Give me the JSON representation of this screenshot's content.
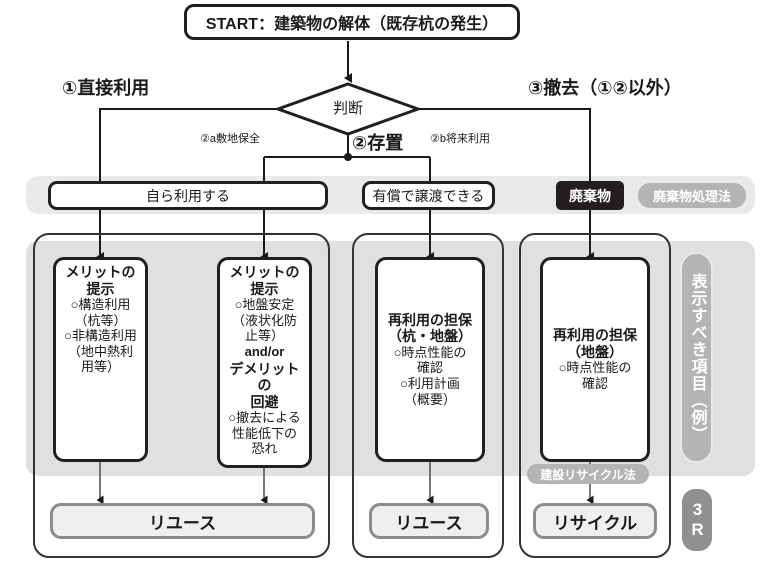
{
  "diagram": {
    "title_node": "START：建築物の解体（既存杭の発生）",
    "decision": "判断",
    "branches": {
      "left_title": "①直接利用",
      "mid_title": "②存置",
      "right_title": "③撤去（①②以外）",
      "sub_a": "②a敷地保全",
      "sub_b": "②b将来利用"
    },
    "options": {
      "self_use": "自ら利用する",
      "paid_transfer": "有償で譲渡できる",
      "waste": "廃棄物",
      "waste_law": "廃棄物処理法",
      "recycle_law": "建設リサイクル法"
    },
    "cards": [
      {
        "head1": "メリットの",
        "head2": "提示",
        "lines": [
          "○構造利用",
          "（杭等）",
          "○非構造利用",
          "（地中熱利",
          "用等）"
        ]
      },
      {
        "head1": "メリットの",
        "head2": "提示",
        "lines": [
          "○地盤安定",
          "（液状化防",
          "止等）"
        ],
        "andor": "and/or",
        "head3": "デメリットの",
        "head4": "回避",
        "lines2": [
          "○撤去による",
          "性能低下の",
          "恐れ"
        ]
      },
      {
        "head1": "再利用の担保",
        "head2": "（杭・地盤）",
        "lines": [
          "○時点性能の",
          "確認",
          "○利用計画",
          "（概要）"
        ]
      },
      {
        "head1": "再利用の担保",
        "head2": "（地盤）",
        "lines": [
          "○時点性能の",
          "確認"
        ]
      }
    ],
    "outcomes": {
      "reuse_left": "リユース",
      "reuse_mid": "リユース",
      "recycle": "リサイクル"
    },
    "side_labels": {
      "display_items": "表示すべき項目（例）",
      "three_r": "3R"
    },
    "colors": {
      "ink": "#231f1f",
      "band": "#e9e9e9",
      "band_mid": "#e0e0e0",
      "pill_gray": "#b4b4b4",
      "outcome_bg": "#efefef",
      "outcome_border": "#8c8c8c"
    }
  }
}
